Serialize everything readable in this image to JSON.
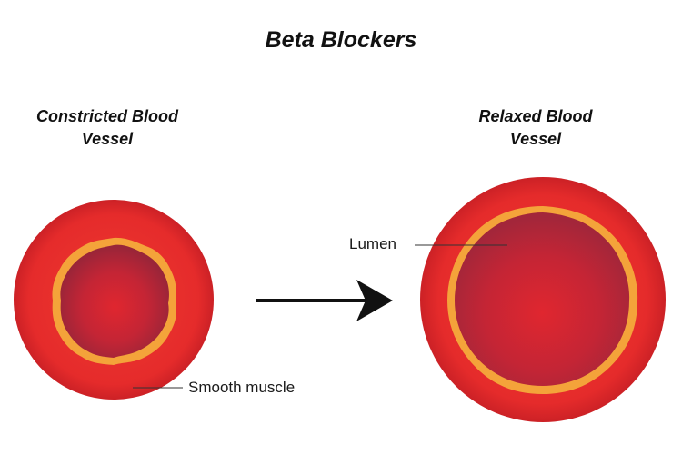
{
  "title": "Beta Blockers",
  "left_vessel": {
    "heading_line1": "Constricted Blood",
    "heading_line2": "Vessel"
  },
  "right_vessel": {
    "heading_line1": "Relaxed Blood",
    "heading_line2": "Vessel"
  },
  "labels": {
    "lumen": "Lumen",
    "smooth_muscle": "Smooth muscle"
  },
  "colors": {
    "outer_wall": "#e52b2b",
    "outer_wall_dark": "#c41f22",
    "endothelium": "#f4a33a",
    "lumen_dark": "#a3263a",
    "lumen_center": "#e0262f",
    "arrow": "#111111"
  },
  "icons": {
    "arrow": "right-arrow-icon"
  }
}
